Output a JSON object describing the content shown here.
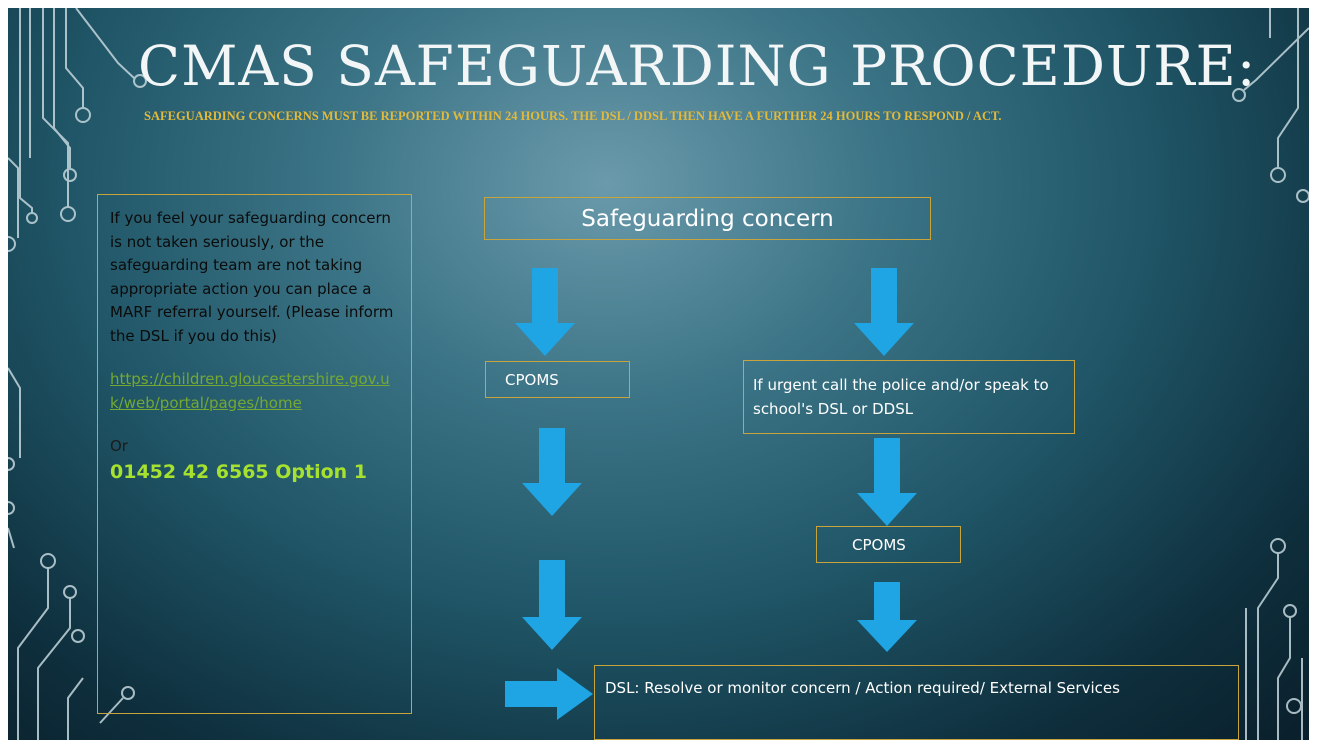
{
  "title": "CMAS SAFEGUARDING PROCEDURE:",
  "subtitle": "SAFEGUARDING CONCERNS MUST BE REPORTED WITHIN 24 HOURS. THE DSL / DDSL THEN HAVE A FURTHER 24 HOURS TO RESPOND / ACT.",
  "sidebar": {
    "text": "If you feel your safeguarding concern is not taken seriously, or the safeguarding team are not taking appropriate action you can place a MARF referral yourself. (Please inform the DSL if you do this)",
    "link": "https://children.gloucestershire.gov.uk/web/portal/pages/home",
    "or_label": "Or",
    "phone": "01452 42 6565 Option 1"
  },
  "flow": {
    "start": "Safeguarding concern",
    "left_step": "CPOMS",
    "right_step": "If urgent call the police and/or speak to school's DSL or DDSL",
    "right_step2": "CPOMS",
    "end": "DSL: Resolve or monitor concern / Action required/ External Services"
  },
  "colors": {
    "accent_gold": "#c9a43c",
    "subtitle": "#e3b93a",
    "arrow": "#1fa4e4",
    "link": "#74a832",
    "phone": "#a6e12f"
  }
}
